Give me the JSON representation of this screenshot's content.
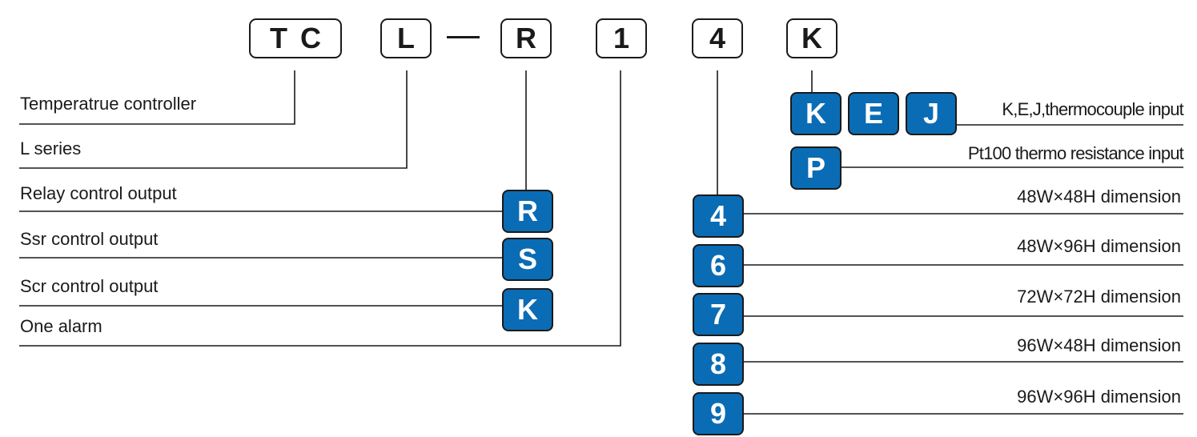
{
  "model_code": {
    "segment_tc": "T C",
    "segment_l": "L",
    "segment_r": "R",
    "segment_1": "1",
    "segment_4": "4",
    "segment_k": "K"
  },
  "left_descriptions": {
    "tc": "Temperatrue controller",
    "l": "L series",
    "relay": "Relay control output",
    "ssr": "Ssr control output",
    "scr": "Scr control output",
    "alarm": "One alarm"
  },
  "output_options": [
    "R",
    "S",
    "K"
  ],
  "input_options": {
    "thermocouple_codes": [
      "K",
      "E",
      "J"
    ],
    "thermocouple_label": "K,E,J,thermocouple input",
    "rtd_code": "P",
    "rtd_label": "Pt100 thermo resistance input"
  },
  "dimension_options": [
    {
      "code": "4",
      "label": "48W×48H dimension"
    },
    {
      "code": "6",
      "label": "48W×96H dimension"
    },
    {
      "code": "7",
      "label": "72W×72H dimension"
    },
    {
      "code": "8",
      "label": "96W×48H dimension"
    },
    {
      "code": "9",
      "label": "96W×96H dimension"
    }
  ],
  "colors": {
    "chip_fill": "#0a6cb5",
    "line": "#1a1a1a"
  }
}
